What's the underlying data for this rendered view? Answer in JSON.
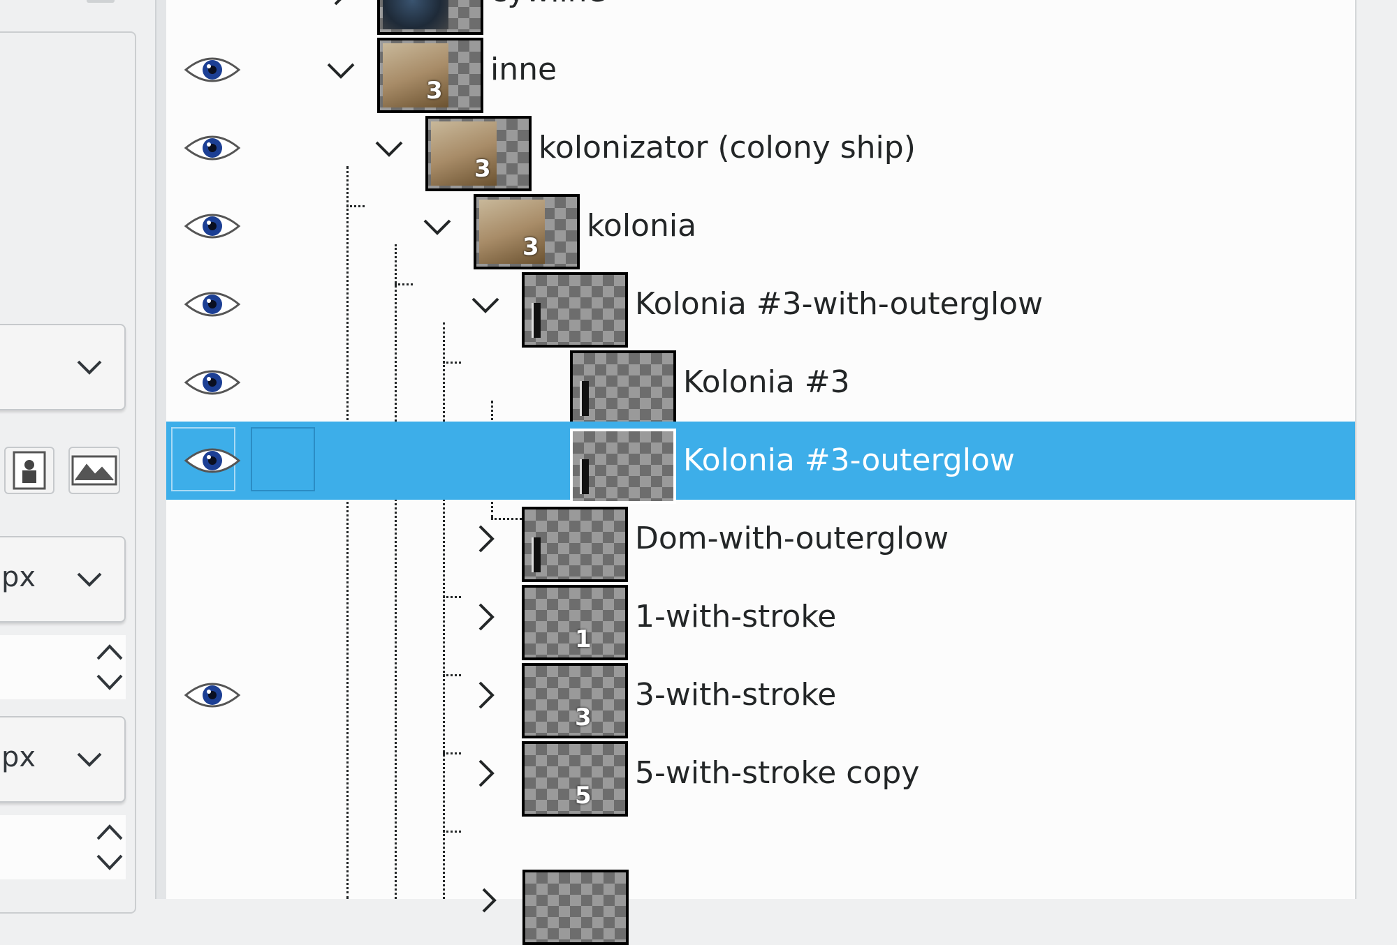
{
  "left_panel": {
    "size_unit_1": "px",
    "size_unit_2": "px"
  },
  "layers": [
    {
      "name": "cywilne",
      "visible": false,
      "expanded": false,
      "depth": 0
    },
    {
      "name": "inne",
      "visible": true,
      "expanded": true,
      "depth": 0
    },
    {
      "name": "kolonizator (colony ship)",
      "visible": true,
      "expanded": true,
      "depth": 1
    },
    {
      "name": "kolonia",
      "visible": true,
      "expanded": true,
      "depth": 2
    },
    {
      "name": "Kolonia #3-with-outerglow",
      "visible": true,
      "expanded": true,
      "depth": 3
    },
    {
      "name": "Kolonia #3",
      "visible": true,
      "expanded": null,
      "depth": 4
    },
    {
      "name": "Kolonia #3-outerglow",
      "visible": true,
      "expanded": null,
      "depth": 4,
      "selected": true
    },
    {
      "name": "Dom-with-outerglow",
      "visible": false,
      "expanded": false,
      "depth": 3
    },
    {
      "name": "1-with-stroke",
      "visible": false,
      "expanded": false,
      "depth": 3
    },
    {
      "name": "3-with-stroke",
      "visible": true,
      "expanded": false,
      "depth": 3
    },
    {
      "name": "5-with-stroke copy",
      "visible": false,
      "expanded": false,
      "depth": 3
    }
  ],
  "thumb_glyphs": [
    "",
    "3",
    "3",
    "3",
    "",
    "",
    "",
    "",
    "1",
    "3",
    "5"
  ],
  "colors": {
    "selection": "#3daee9",
    "eye_iris": "#1c3f94"
  },
  "icons": {
    "visibility": "eye-icon",
    "expand": "chevron-right-icon",
    "collapse": "chevron-down-icon",
    "dropdown": "chevron-down-icon",
    "spin": "spin-arrows-icon"
  }
}
